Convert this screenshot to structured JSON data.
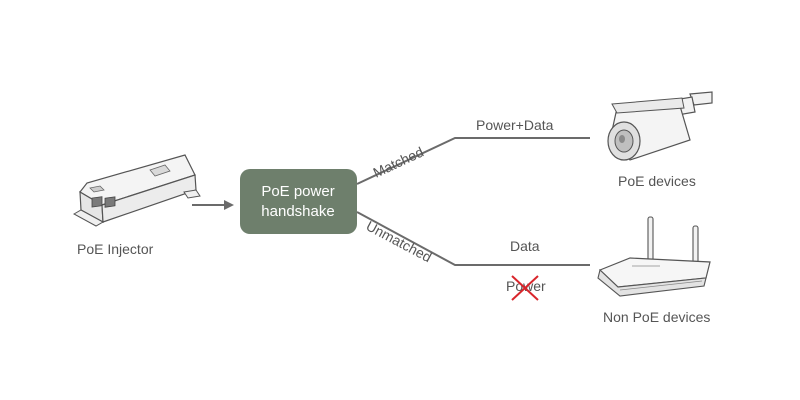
{
  "labels": {
    "injector": "PoE Injector",
    "handshake_line1": "PoE power",
    "handshake_line2": "handshake",
    "matched": "Matched",
    "unmatched": "Unmatched",
    "power_data": "Power+Data",
    "data": "Data",
    "power": "Power",
    "poe_devices": "PoE devices",
    "non_poe_devices": "Non PoE devices"
  },
  "icons": {
    "injector": "poe-injector-icon",
    "camera": "security-camera-icon",
    "router": "wifi-router-icon",
    "blocked": "red-x-icon"
  },
  "colors": {
    "box_fill": "#6e7f6c",
    "line": "#6b6b6b",
    "cross": "#d9252b"
  }
}
